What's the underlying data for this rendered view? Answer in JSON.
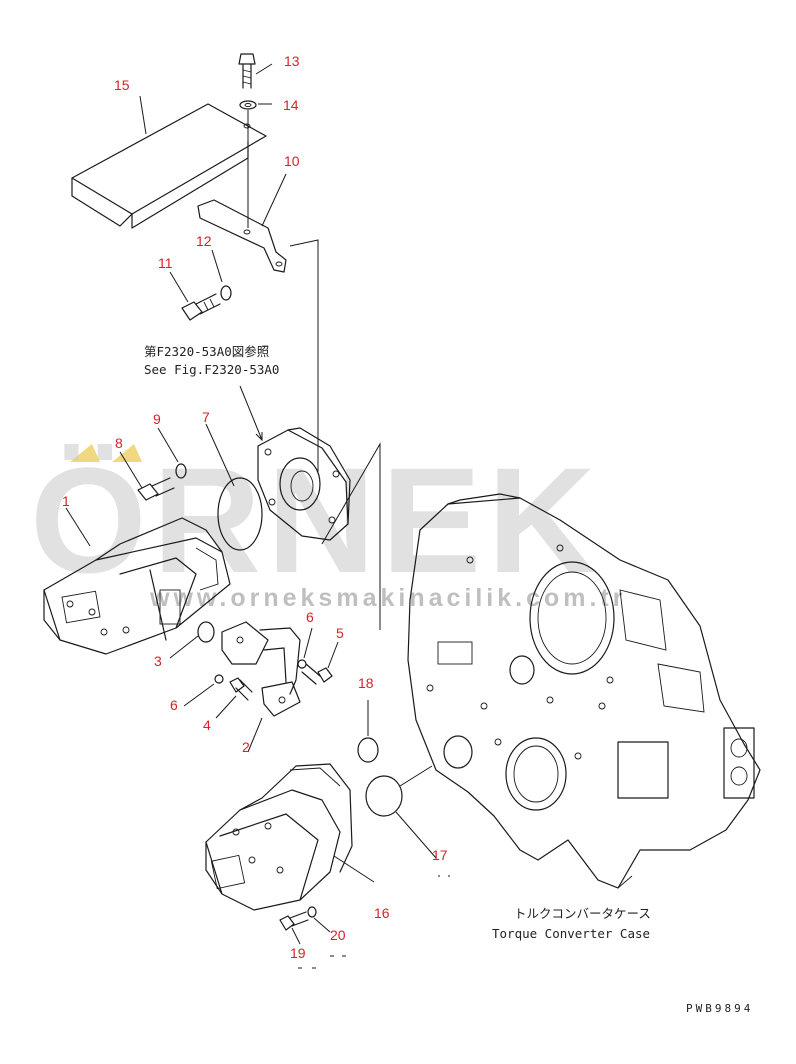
{
  "diagram": {
    "parts": [
      {
        "number": "1"
      },
      {
        "number": "2"
      },
      {
        "number": "3"
      },
      {
        "number": "4"
      },
      {
        "number": "5"
      },
      {
        "number": "6"
      },
      {
        "number": "6"
      },
      {
        "number": "7"
      },
      {
        "number": "8"
      },
      {
        "number": "9"
      },
      {
        "number": "10"
      },
      {
        "number": "11"
      },
      {
        "number": "12"
      },
      {
        "number": "13"
      },
      {
        "number": "14"
      },
      {
        "number": "15"
      },
      {
        "number": "16"
      },
      {
        "number": "17"
      },
      {
        "number": "18"
      },
      {
        "number": "19"
      },
      {
        "number": "20"
      }
    ],
    "reference_note": {
      "line_jp": "第F2320-53A0図参照",
      "line_en": "See Fig.F2320-53A0"
    },
    "case_label": {
      "line_jp": "トルクコンバータケース",
      "line_en": "Torque Converter Case"
    },
    "drawing_code": "PWB9894"
  },
  "watermark": {
    "brand": "ÖRNEK",
    "url": "www.orneksmakinacilik.com.tr"
  },
  "colors": {
    "label_red": "#d4232a",
    "line_black": "#1a1a1a",
    "watermark_grey": "#c9c9c9",
    "watermark_accent": "#e8c84a"
  }
}
